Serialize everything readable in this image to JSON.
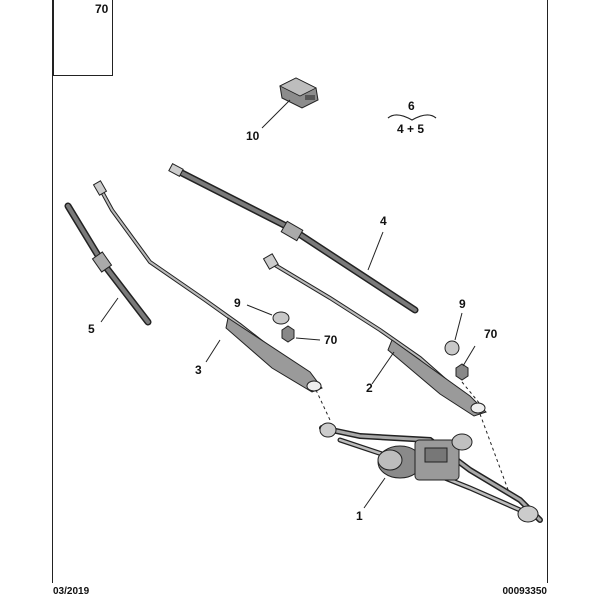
{
  "inset": {
    "ref": "70"
  },
  "callouts": {
    "c10": "10",
    "c6": "6",
    "c45": "4 + 5",
    "c4": "4",
    "c5": "5",
    "c9a": "9",
    "c70a": "70",
    "c3": "3",
    "c9b": "9",
    "c70b": "70",
    "c2": "2",
    "c1": "1"
  },
  "footer": {
    "date": "03/2019",
    "code": "00093350"
  },
  "colors": {
    "line": "#222222",
    "part_fill": "#9a9a9a",
    "part_dark": "#555555",
    "nut_fill": "#b5b5b5"
  }
}
